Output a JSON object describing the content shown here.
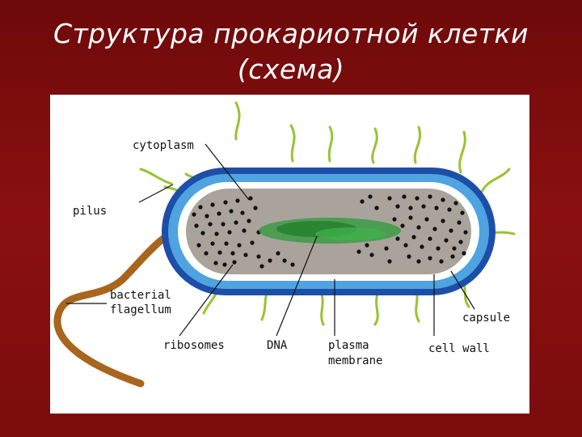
{
  "slide": {
    "title_line1": "Структура прокариотной клетки",
    "title_line2": "(схема)"
  },
  "diagram": {
    "labels": {
      "cytoplasm": "cytoplasm",
      "pilus": "pilus",
      "flagellum_line1": "bacterial",
      "flagellum_line2": "flagellum",
      "ribosomes": "ribosomes",
      "dna": "DNA",
      "plasma_line1": "plasma",
      "plasma_line2": "membrane",
      "capsule": "capsule",
      "cell_wall": "cell wall"
    },
    "colors": {
      "capsule": "#1d4ea8",
      "cell_wall": "#4fa3e0",
      "plasma_membrane": "#ffffff",
      "cytoplasm": "#a9a39c",
      "ribosomes": "#111111",
      "dna": "#2e9a3a",
      "pili": "#99c233",
      "flagellum": "#a8651e"
    }
  }
}
